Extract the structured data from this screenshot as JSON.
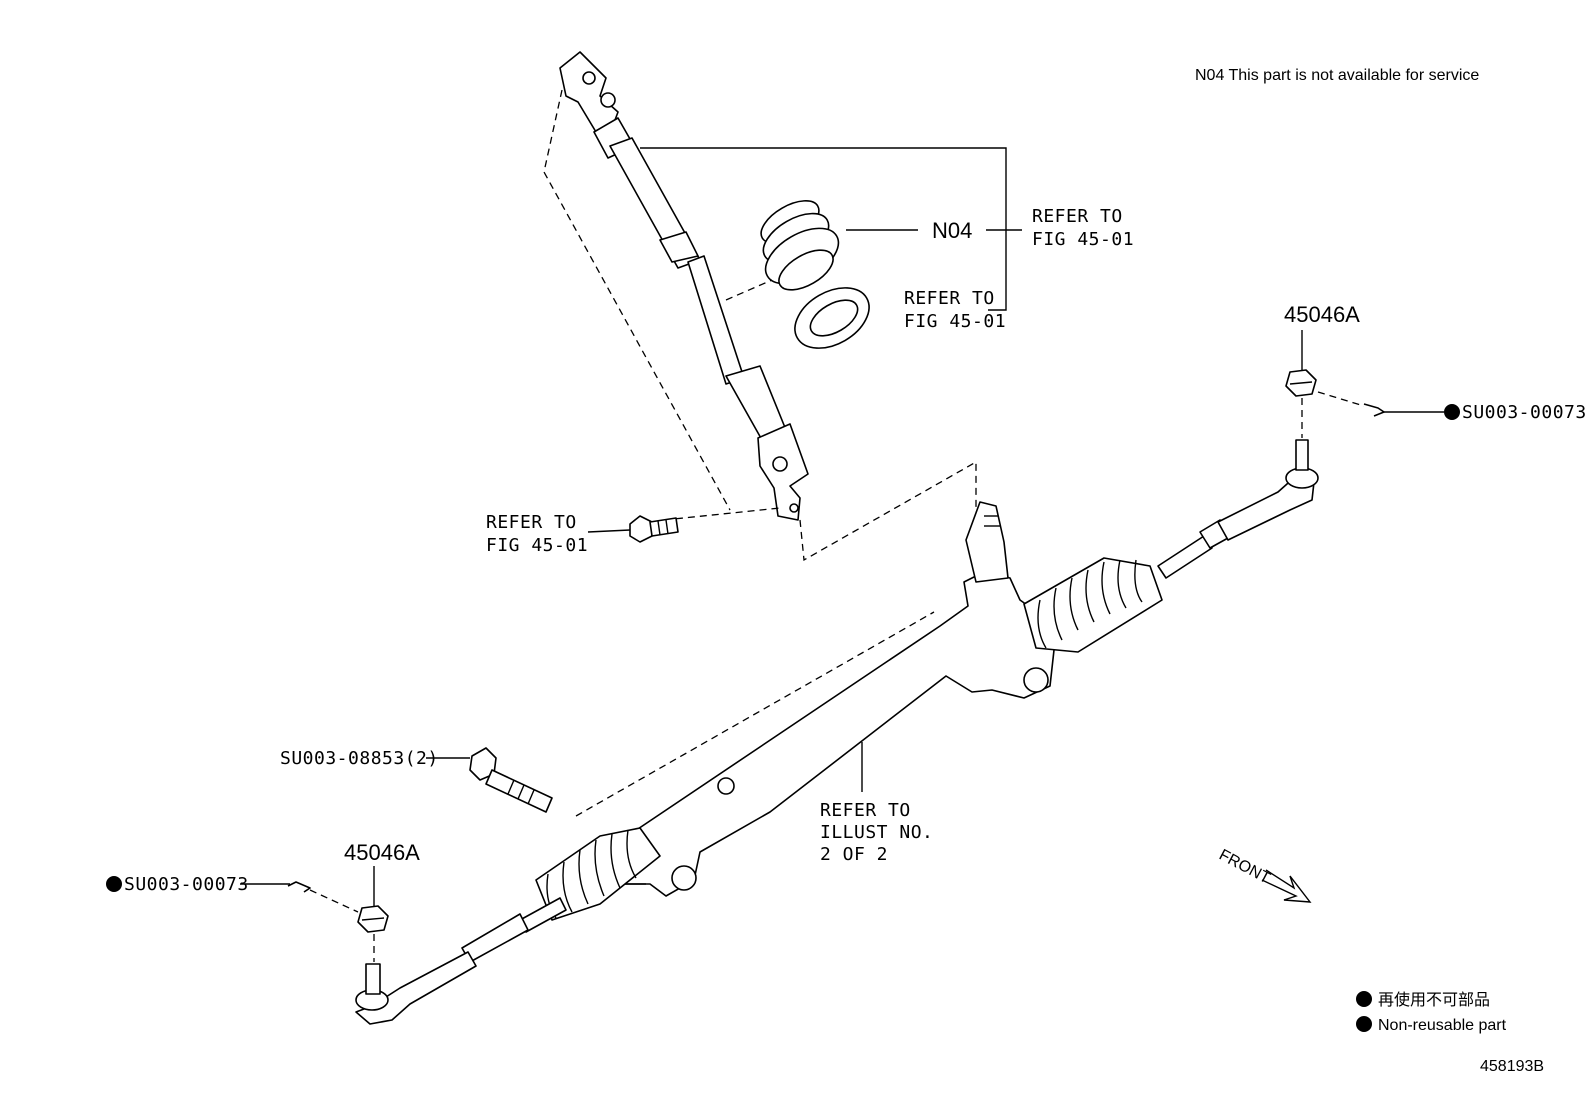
{
  "notes": {
    "service_note": "N04 This part is not available for service",
    "legend_jp": "再使用不可部品",
    "legend_en": "Non-reusable part",
    "illustration_no": "458193B",
    "front": "FRONT"
  },
  "callouts": {
    "n04": "N04",
    "refer_fig_a_1": "REFER TO",
    "refer_fig_a_2": "FIG 45-01",
    "refer_fig_b_1": "REFER TO",
    "refer_fig_b_2": "FIG 45-01",
    "refer_fig_c_1": "REFER TO",
    "refer_fig_c_2": "FIG 45-01",
    "refer_illust_1": "REFER TO",
    "refer_illust_2": "ILLUST NO.",
    "refer_illust_3": "2 OF 2",
    "nut_right": "45046A",
    "nut_left": "45046A",
    "pin_right": "SU003-00073",
    "pin_left": "SU003-00073",
    "bolt": "SU003-08853(2)"
  },
  "colors": {
    "line": "#000000",
    "background": "#ffffff"
  }
}
